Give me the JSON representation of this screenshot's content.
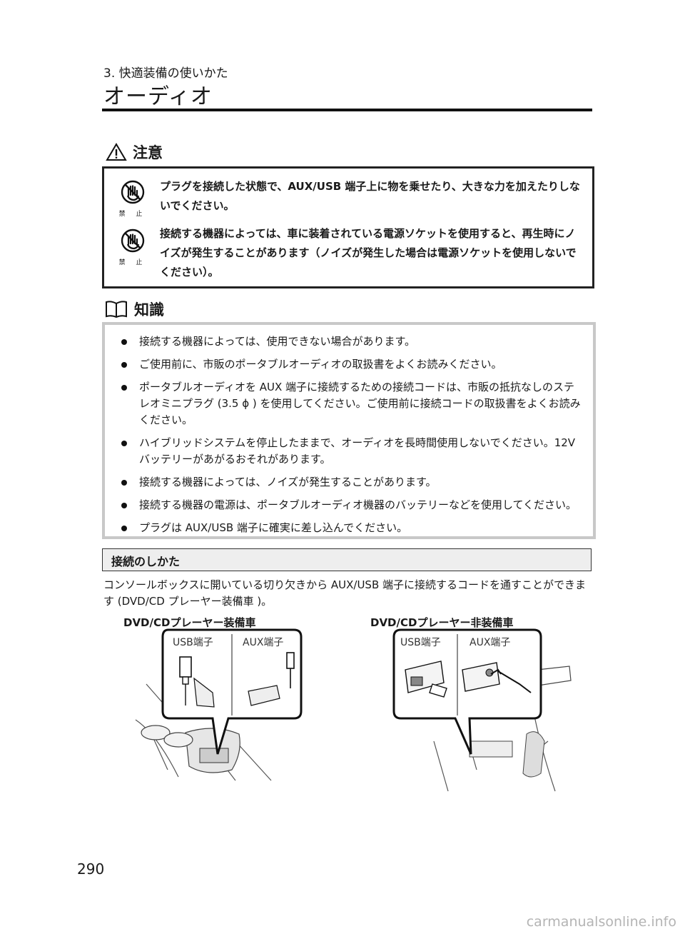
{
  "header": {
    "section": "3. 快適装備の使いかた",
    "title": "オーディオ"
  },
  "caution": {
    "heading": "注意",
    "prohibit_label": "禁 止",
    "items": [
      "プラグを接続した状態で、AUX/USB 端子上に物を乗せたり、大きな力を加えたりしないでください。",
      "接続する機器によっては、車に装着されている電源ソケットを使用すると、再生時にノイズが発生することがあります（ノイズが発生した場合は電源ソケットを使用しないでください）。"
    ]
  },
  "knowledge": {
    "heading": "知識",
    "items": [
      "接続する機器によっては、使用できない場合があります。",
      "ご使用前に、市販のポータブルオーディオの取扱書をよくお読みください。",
      "ポータブルオーディオを AUX 端子に接続するための接続コードは、市販の抵抗なしのステレオミニプラグ (3.5 ϕ ) を使用してください。ご使用前に接続コードの取扱書をよくお読みください。",
      "ハイブリッドシステムを停止したままで、オーディオを長時間使用しないでください。12V バッテリーがあがるおそれがあります。",
      "接続する機器によっては、ノイズが発生することがあります。",
      "接続する機器の電源は、ポータブルオーディオ機器のバッテリーなどを使用してください。",
      "プラグは AUX/USB 端子に確実に差し込んでください。"
    ]
  },
  "connect": {
    "heading": "接続のしかた",
    "body": "コンソールボックスに開いている切り欠きから AUX/USB 端子に接続するコードを通すことができます (DVD/CD プレーヤー装備車 )。"
  },
  "figures": {
    "left_caption": "DVD/CDプレーヤー装備車",
    "right_caption": "DVD/CDプレーヤー非装備車",
    "usb_label": "USB端子",
    "aux_label": "AUX端子"
  },
  "page_number": "290",
  "watermark": "carmanualsonline.info"
}
